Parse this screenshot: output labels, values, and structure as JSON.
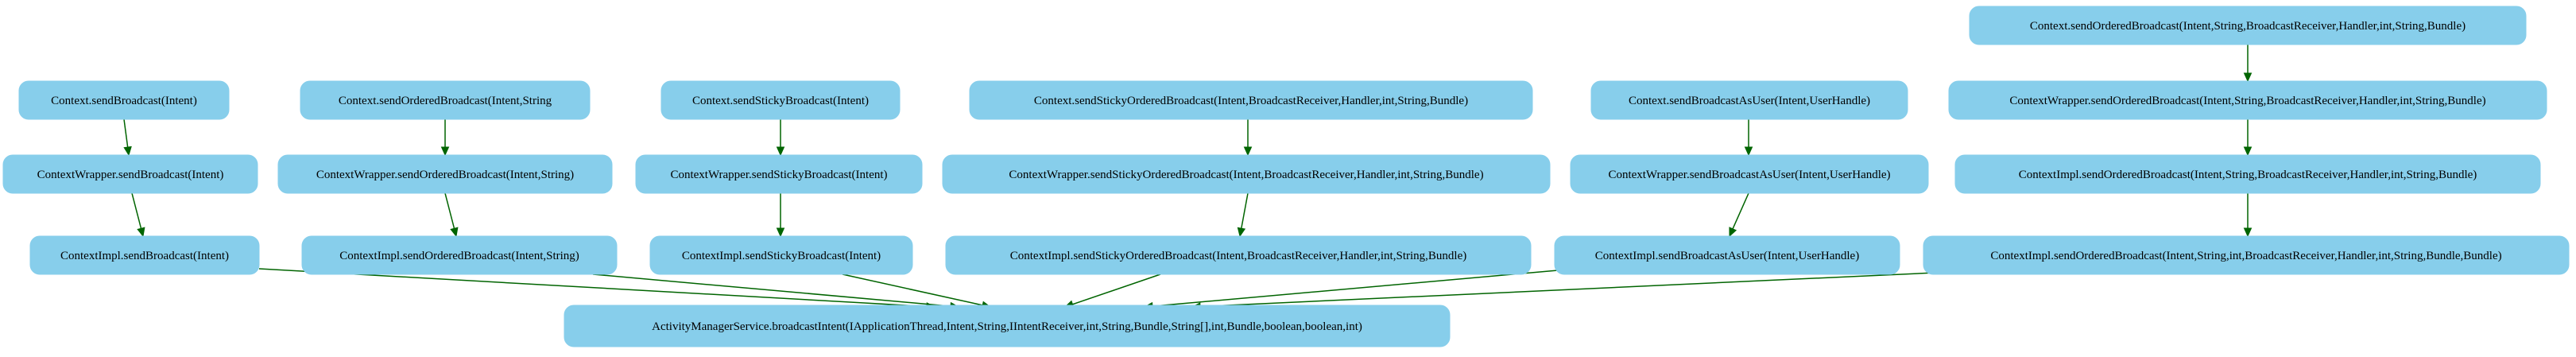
{
  "diagram": {
    "type": "call-graph",
    "colors": {
      "node_fill": "#87ceeb",
      "edge": "#006400",
      "text": "#000000",
      "background": "#ffffff"
    },
    "nodes": [
      {
        "id": "n1",
        "label": "Context.sendBroadcast(Intent)"
      },
      {
        "id": "n2",
        "label": "ContextWrapper.sendBroadcast(Intent)"
      },
      {
        "id": "n3",
        "label": "ContextImpl.sendBroadcast(Intent)"
      },
      {
        "id": "n4",
        "label": "Context.sendOrderedBroadcast(Intent,String"
      },
      {
        "id": "n5",
        "label": "ContextWrapper.sendOrderedBroadcast(Intent,String)"
      },
      {
        "id": "n6",
        "label": "ContextImpl.sendOrderedBroadcast(Intent,String)"
      },
      {
        "id": "n7",
        "label": "Context.sendStickyBroadcast(Intent)"
      },
      {
        "id": "n8",
        "label": "ContextWrapper.sendStickyBroadcast(Intent)"
      },
      {
        "id": "n9",
        "label": "ContextImpl.sendStickyBroadcast(Intent)"
      },
      {
        "id": "n10",
        "label": "Context.sendStickyOrderedBroadcast(Intent,BroadcastReceiver,Handler,int,String,Bundle)"
      },
      {
        "id": "n11",
        "label": "ContextWrapper.sendStickyOrderedBroadcast(Intent,BroadcastReceiver,Handler,int,String,Bundle)"
      },
      {
        "id": "n12",
        "label": "ContextImpl.sendStickyOrderedBroadcast(Intent,BroadcastReceiver,Handler,int,String,Bundle)"
      },
      {
        "id": "n13",
        "label": "Context.sendBroadcastAsUser(Intent,UserHandle)"
      },
      {
        "id": "n14",
        "label": "ContextWrapper.sendBroadcastAsUser(Intent,UserHandle)"
      },
      {
        "id": "n15",
        "label": "ContextImpl.sendBroadcastAsUser(Intent,UserHandle)"
      },
      {
        "id": "n16",
        "label": "Context.sendOrderedBroadcast(Intent,String,BroadcastReceiver,Handler,int,String,Bundle)"
      },
      {
        "id": "n17",
        "label": "ContextWrapper.sendOrderedBroadcast(Intent,String,BroadcastReceiver,Handler,int,String,Bundle)"
      },
      {
        "id": "n18",
        "label": "ContextImpl.sendOrderedBroadcast(Intent,String,BroadcastReceiver,Handler,int,String,Bundle)"
      },
      {
        "id": "n19",
        "label": "ContextImpl.sendOrderedBroadcast(Intent,String,int,BroadcastReceiver,Handler,int,String,Bundle,Bundle)"
      },
      {
        "id": "n20",
        "label": "ActivityManagerService.broadcastIntent(IApplicationThread,Intent,String,IIntentReceiver,int,String,Bundle,String[],int,Bundle,boolean,boolean,int)"
      }
    ],
    "edges": [
      {
        "from": "n1",
        "to": "n2"
      },
      {
        "from": "n2",
        "to": "n3"
      },
      {
        "from": "n4",
        "to": "n5"
      },
      {
        "from": "n5",
        "to": "n6"
      },
      {
        "from": "n7",
        "to": "n8"
      },
      {
        "from": "n8",
        "to": "n9"
      },
      {
        "from": "n10",
        "to": "n11"
      },
      {
        "from": "n11",
        "to": "n12"
      },
      {
        "from": "n13",
        "to": "n14"
      },
      {
        "from": "n14",
        "to": "n15"
      },
      {
        "from": "n16",
        "to": "n17"
      },
      {
        "from": "n17",
        "to": "n18"
      },
      {
        "from": "n18",
        "to": "n19"
      },
      {
        "from": "n3",
        "to": "n20"
      },
      {
        "from": "n6",
        "to": "n20"
      },
      {
        "from": "n9",
        "to": "n20"
      },
      {
        "from": "n12",
        "to": "n20"
      },
      {
        "from": "n15",
        "to": "n20"
      },
      {
        "from": "n19",
        "to": "n20"
      }
    ]
  }
}
